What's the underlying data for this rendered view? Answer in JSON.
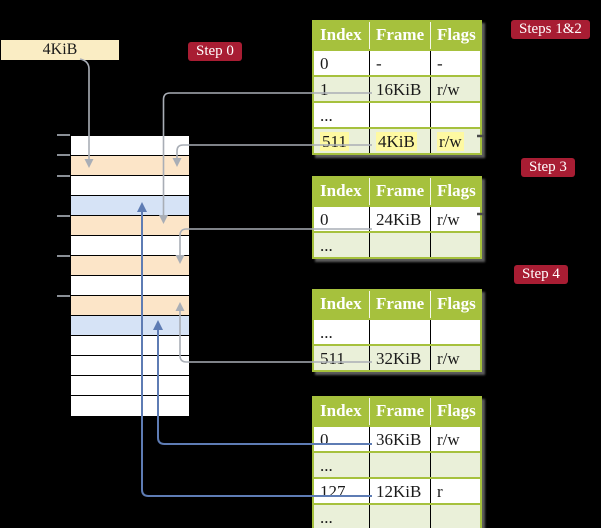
{
  "labels": {
    "frame_box": "4KiB",
    "step0": "Step 0",
    "steps12": "Steps 1&2",
    "step3": "Step 3",
    "step4": "Step 4"
  },
  "memory": {
    "rows": [
      "white",
      "peach",
      "white",
      "blue",
      "peach",
      "white",
      "peach",
      "white",
      "peach",
      "blue",
      "white",
      "white",
      "white",
      "white"
    ],
    "row_meaning": {
      "peach": "page-table-frame",
      "blue": "mapped-page-frame",
      "white": "free-frame"
    }
  },
  "tables": {
    "steps12": {
      "headers": [
        "Index",
        "Frame",
        "Flags"
      ],
      "rows": [
        [
          "0",
          "-",
          "-"
        ],
        [
          "1",
          "16KiB",
          "r/w"
        ],
        [
          "...",
          "",
          ""
        ],
        [
          "511",
          "4KiB",
          "r/w"
        ]
      ],
      "highlighted_row": "511 | 4KiB | r/w"
    },
    "step3": {
      "headers": [
        "Index",
        "Frame",
        "Flags"
      ],
      "rows": [
        [
          "0",
          "24KiB",
          "r/w"
        ],
        [
          "...",
          "",
          ""
        ]
      ]
    },
    "step4": {
      "headers": [
        "Index",
        "Frame",
        "Flags"
      ],
      "rows": [
        [
          "...",
          "",
          ""
        ],
        [
          "511",
          "32KiB",
          "r/w"
        ]
      ]
    },
    "final": {
      "headers": [
        "Index",
        "Frame",
        "Flags"
      ],
      "rows": [
        [
          "0",
          "36KiB",
          "r/w"
        ],
        [
          "...",
          "",
          ""
        ],
        [
          "127",
          "12KiB",
          "r"
        ],
        [
          "...",
          "",
          ""
        ]
      ]
    }
  },
  "colors": {
    "table_header_green": "#A6C13D",
    "table_row_green": "#EAF0D9",
    "page_table_frame_peach": "#FCE5C8",
    "mapped_frame_blue": "#D6E3F6",
    "root_box_cream": "#FAEDC4",
    "step_label_red": "#A81D33",
    "highlight_yellow": "#FEF9A2",
    "gray_connector": "#A9AEB6",
    "blue_connector": "#5E7CB4"
  }
}
